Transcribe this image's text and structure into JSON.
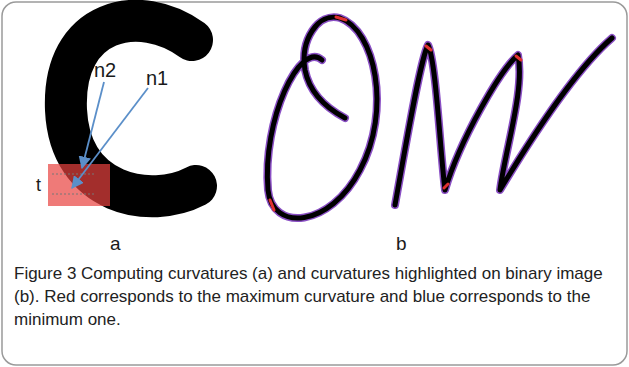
{
  "diagram": {
    "caption": "Figure 3 Computing curvatures (a) and curvatures highlighted on binary image (b). Red corresponds to the maximum curvature and blue corresponds to the minimum one.",
    "labels": [
      "n2",
      "n1",
      "t",
      "a",
      "b"
    ]
  }
}
